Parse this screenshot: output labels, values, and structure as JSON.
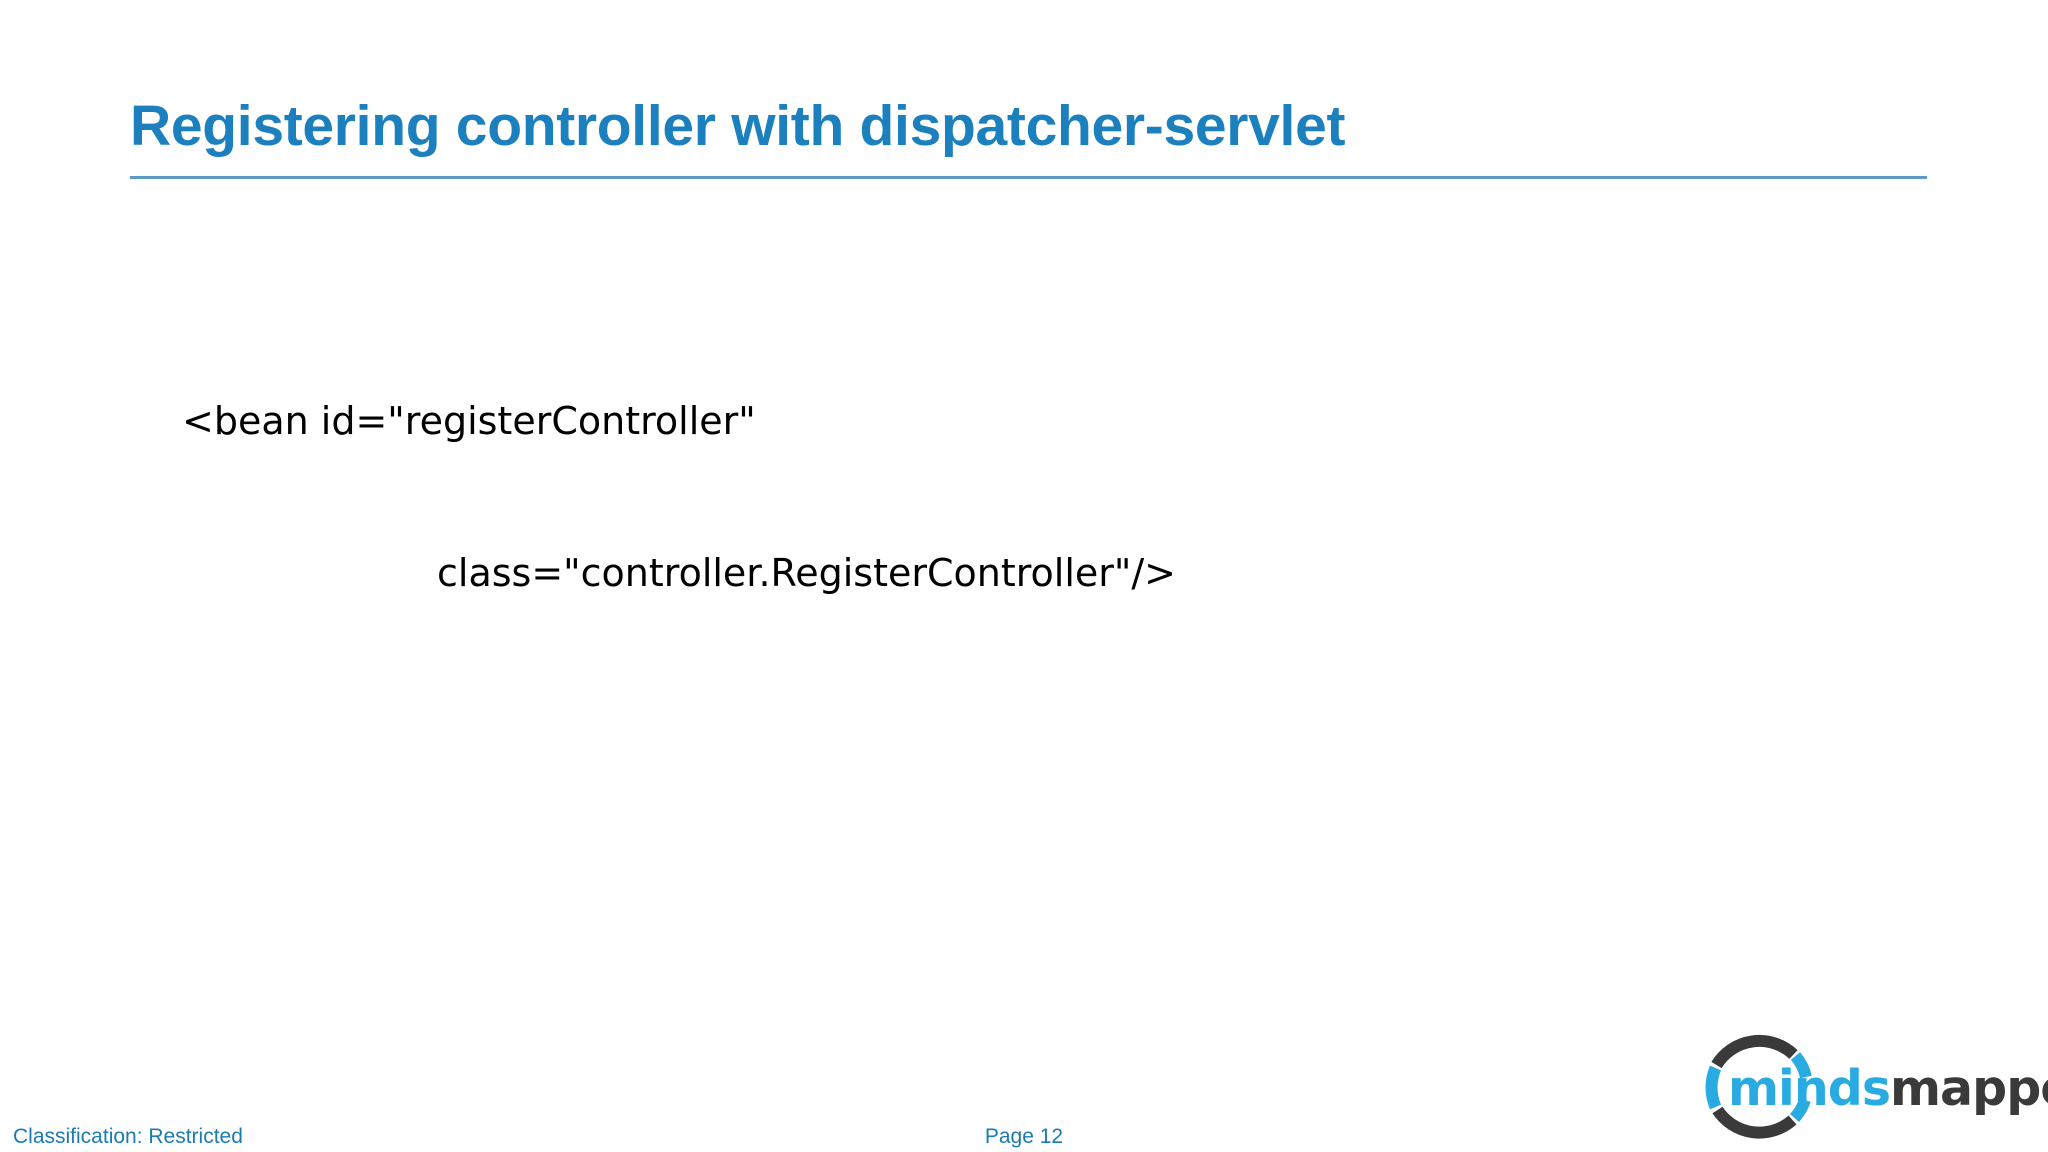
{
  "slide": {
    "title": "Registering controller with dispatcher-servlet",
    "code_lines": [
      "<bean id=\"registerController\"",
      "class=\"controller.RegisterController\"/>"
    ]
  },
  "footer": {
    "classification": "Classification: Restricted",
    "page_label": "Page 12"
  },
  "logo": {
    "text_part_1": "minds",
    "text_part_2": "m",
    "text_part_3": "apped",
    "alt": "mindsmapped"
  },
  "colors": {
    "title_blue": "#1B80BD",
    "rule_blue": "#5B9BC4",
    "footer_blue": "#1B7BB3",
    "logo_blue": "#29ABE2",
    "logo_dark": "#3A3A3A",
    "body_text": "#000000",
    "background": "#FFFFFF"
  }
}
